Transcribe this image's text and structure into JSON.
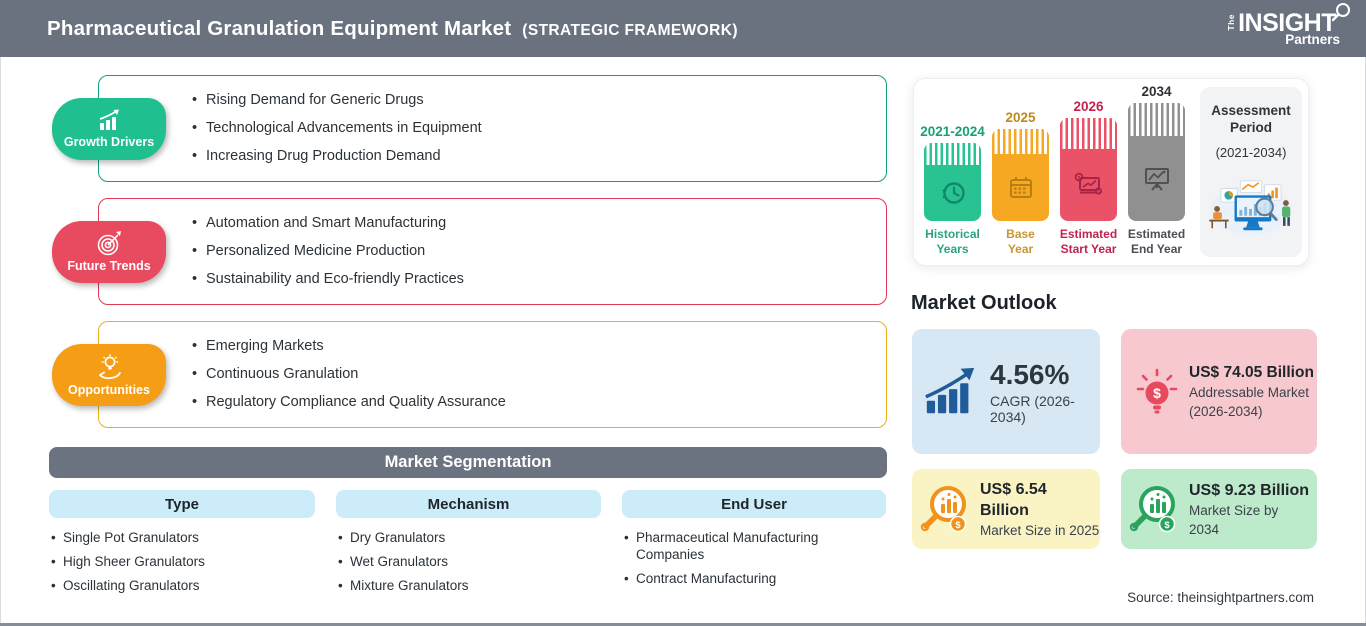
{
  "header": {
    "title": "Pharmaceutical Granulation Equipment Market",
    "subtitle": "(STRATEGIC FRAMEWORK)",
    "logo": {
      "the": "The",
      "insight": "INSIGHT",
      "partners": "Partners"
    }
  },
  "framework": {
    "sections": [
      {
        "label": "Growth Drivers",
        "icon": "bar-chart-rising-icon",
        "badge_color": "#1FBF8F",
        "border_color": "#0FA07C",
        "items": [
          "Rising Demand for Generic Drugs",
          "Technological Advancements in Equipment",
          "Increasing Drug Production Demand"
        ]
      },
      {
        "label": "Future Trends",
        "icon": "target-dart-icon",
        "badge_color": "#E84A5F",
        "border_color": "#E23A52",
        "items": [
          "Automation and Smart Manufacturing",
          "Personalized Medicine Production",
          "Sustainability and Eco-friendly Practices"
        ]
      },
      {
        "label": "Opportunities",
        "icon": "hand-bulb-icon",
        "badge_color": "#F59D14",
        "border_color": "#EFAF1C",
        "items": [
          "Emerging Markets",
          "Continuous Granulation",
          "Regulatory Compliance and Quality Assurance"
        ]
      }
    ]
  },
  "segmentation": {
    "title": "Market Segmentation",
    "columns": [
      {
        "label": "Type",
        "items": [
          "Single Pot Granulators",
          "High Sheer Granulators",
          "Oscillating Granulators"
        ]
      },
      {
        "label": "Mechanism",
        "items": [
          "Dry Granulators",
          "Wet Granulators",
          "Mixture Granulators"
        ]
      },
      {
        "label": "End User",
        "items": [
          "Pharmaceutical Manufacturing Companies",
          "Contract Manufacturing"
        ]
      }
    ]
  },
  "timeline": {
    "bars": [
      {
        "year": "2021-2024",
        "label": "Historical Years",
        "color": "#29C393",
        "icon": "history-clock-icon"
      },
      {
        "year": "2025",
        "label": "Base Year",
        "color": "#F7A823",
        "icon": "calendar-icon"
      },
      {
        "year": "2026",
        "label": "Estimated Start Year",
        "color": "#EA5268",
        "icon": "monitor-gear-icon"
      },
      {
        "year": "2034",
        "label": "Estimated End Year",
        "color": "#909090",
        "icon": "presentation-chart-icon"
      }
    ],
    "assessment": {
      "title": "Assessment Period",
      "range": "(2021-2034)",
      "illustration": "data-analysis-illustration"
    }
  },
  "market_outlook": {
    "title": "Market Outlook",
    "cards": [
      {
        "value": "4.56%",
        "label": "CAGR (2026-2034)",
        "bg": "#D7E8F4",
        "icon": "growth-arrow-chart-icon",
        "icon_color": "#1F5C99"
      },
      {
        "value": "US$ 74.05 Billion",
        "label": "Addressable Market (2026-2034)",
        "bg": "#F7C8CD",
        "icon": "dollar-bulb-icon",
        "icon_color": "#E8495F"
      },
      {
        "value": "US$ 6.54 Billion",
        "label": "Market Size in 2025",
        "bg": "#FAF3C3",
        "icon": "magnifier-bar-chart-icon",
        "icon_color": "#F0921B"
      },
      {
        "value": "US$ 9.23 Billion",
        "label": "Market Size by 2034",
        "bg": "#BDEACA",
        "icon": "magnifier-bar-chart-icon",
        "icon_color": "#2AA35C"
      }
    ]
  },
  "source": "Source: theinsightpartners.com",
  "theme": {
    "header_bg": "#6A7280",
    "segmentation_bar_bg": "#6B7280",
    "pill_bg": "#CDECF9"
  }
}
